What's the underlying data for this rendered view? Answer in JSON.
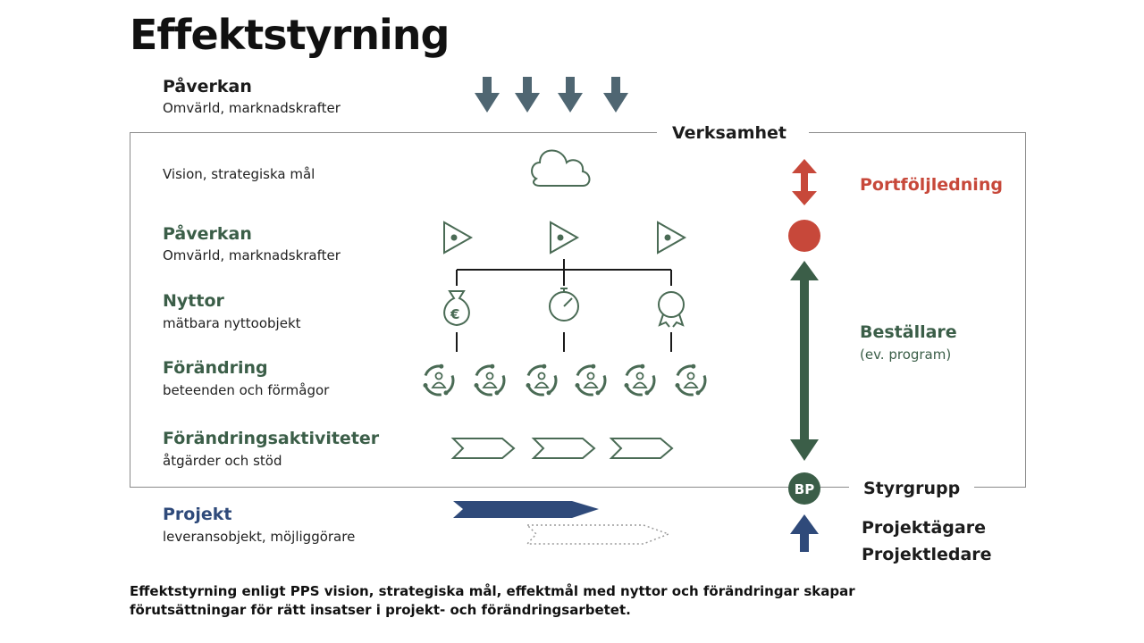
{
  "title": "Effektstyrning",
  "top_influence": {
    "heading": "Påverkan",
    "sub": "Omvärld, marknadskrafter"
  },
  "frame_label": "Verksamhet",
  "rows": {
    "vision": {
      "label": "Vision, strategiska mål"
    },
    "influence": {
      "heading": "Påverkan",
      "sub": "Omvärld, marknadskrafter"
    },
    "benefits": {
      "heading": "Nyttor",
      "sub": "mätbara nyttoobjekt"
    },
    "change": {
      "heading": "Förändring",
      "sub": "beteenden och förmågor"
    },
    "activities": {
      "heading": "Förändringsaktiviteter",
      "sub": "åtgärder och stöd"
    }
  },
  "project": {
    "heading": "Projekt",
    "sub": "leveransobjekt, möjliggörare"
  },
  "roles": {
    "portfolio": "Portföljledning",
    "orderer": "Beställare",
    "orderer_sub": "(ev. program)",
    "steering": "Styrgrupp",
    "bp_badge": "BP",
    "owner": "Projektägare",
    "leader": "Projektledare"
  },
  "caption_line1": "Effektstyrning enligt PPS vision, strategiska mål, effektmål med nyttor och förändringar skapar",
  "caption_line2": "förutsättningar för rätt insatser i projekt- och förändringsarbetet.",
  "colors": {
    "green": "#3b5e48",
    "icon_green": "#4a6b55",
    "slate": "#4f6672",
    "red": "#c7483a",
    "blue": "#2f4a7a",
    "badge": "#3b5e48"
  }
}
